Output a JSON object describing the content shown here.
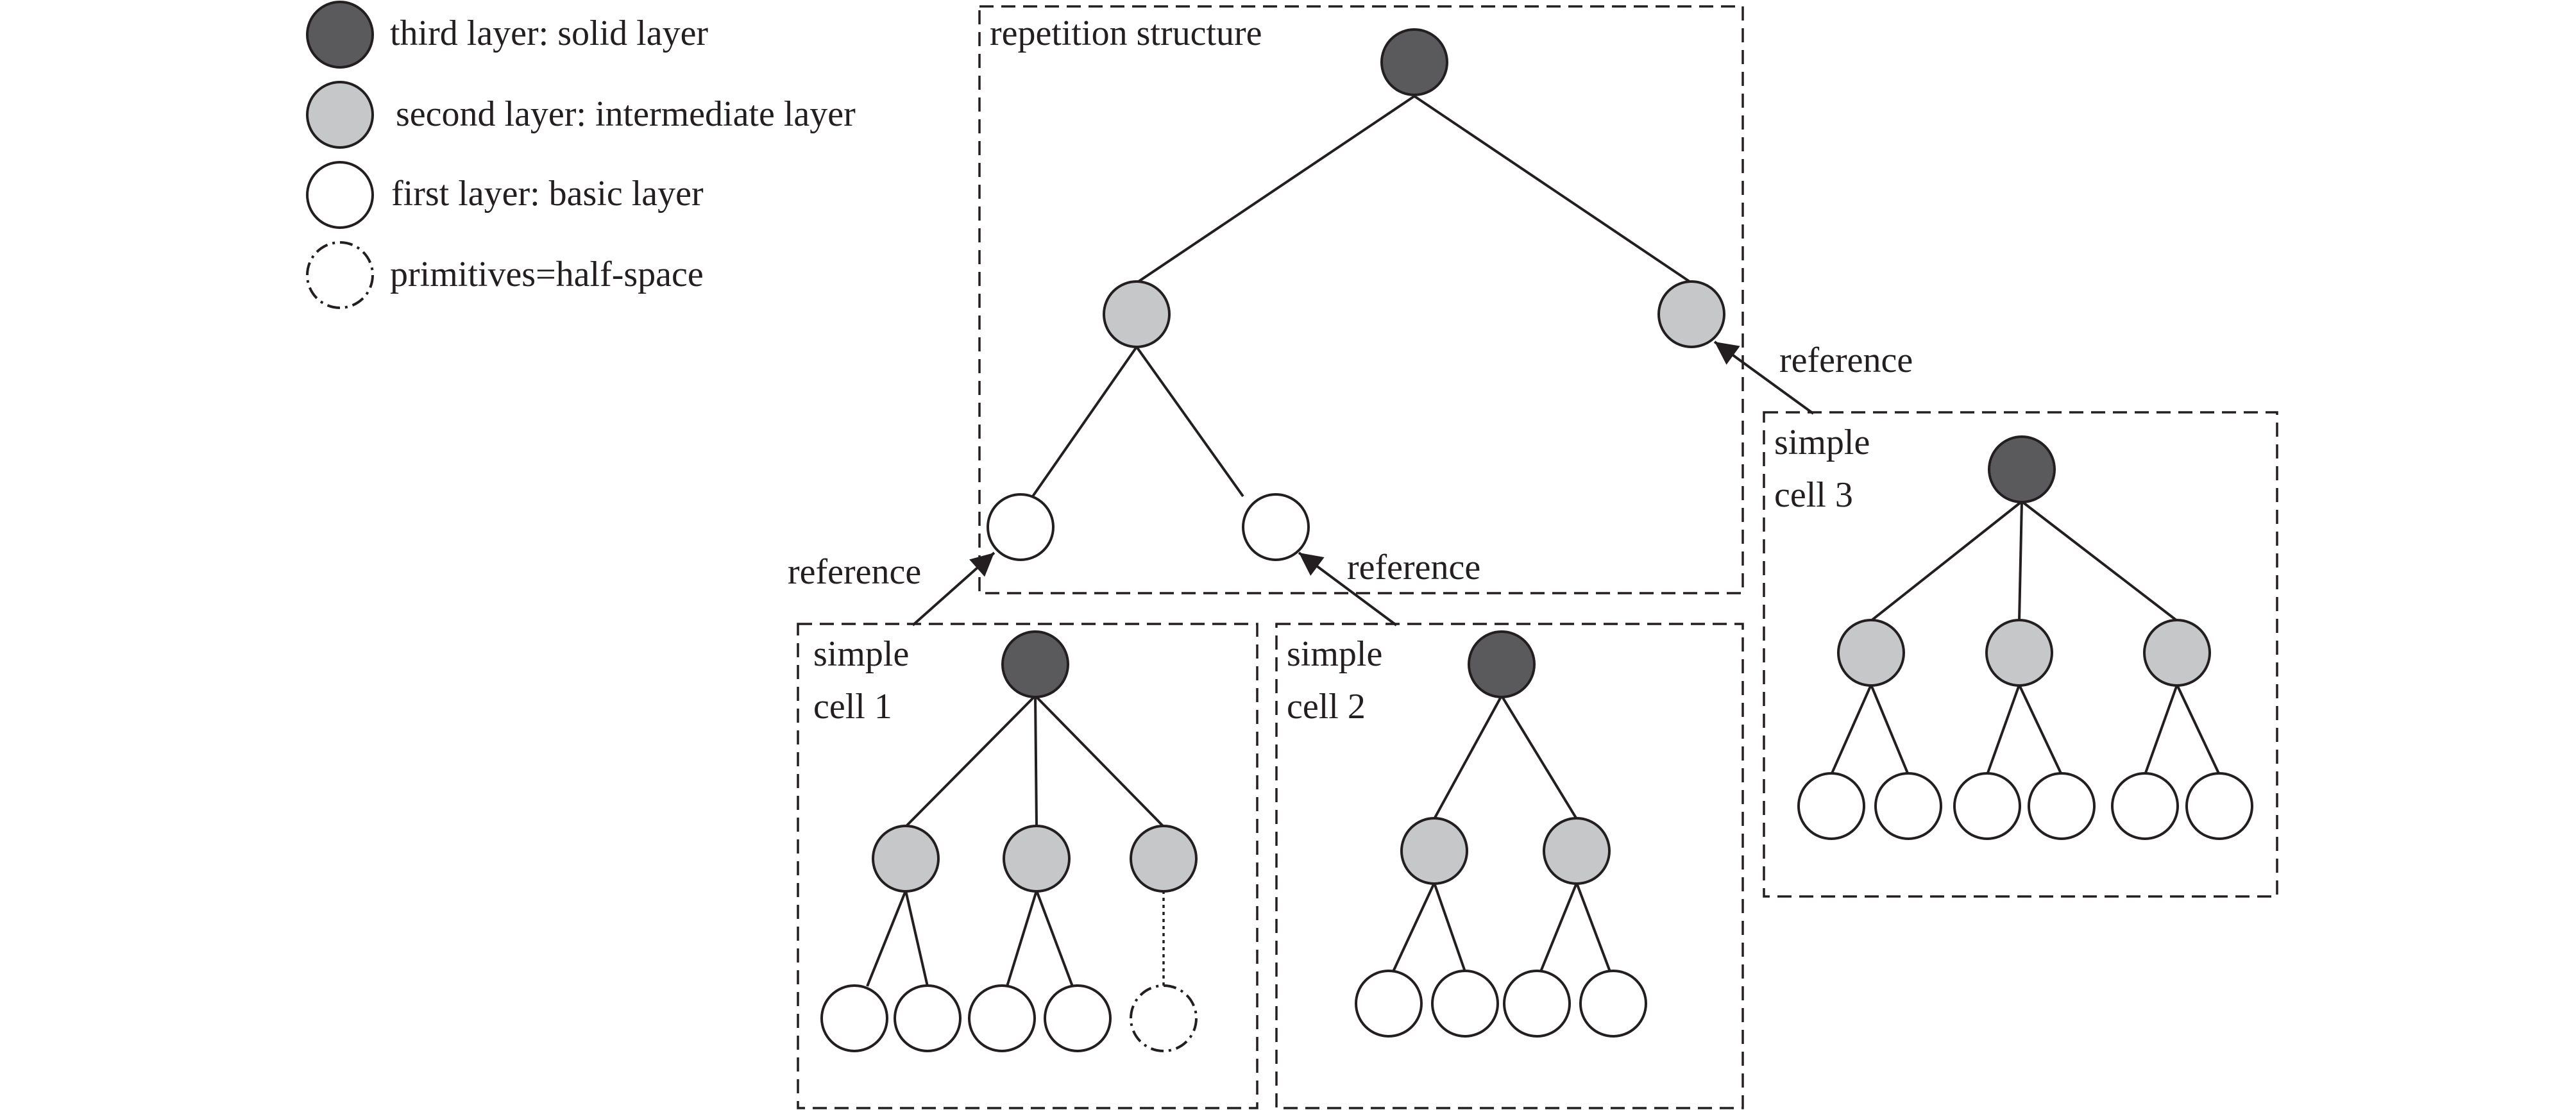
{
  "legend": [
    {
      "kind": "solid",
      "icon": "dark-gray-circle",
      "label": "third layer: solid layer"
    },
    {
      "kind": "mid",
      "icon": "light-gray-circle",
      "label": "second layer: intermediate layer"
    },
    {
      "kind": "basic",
      "icon": "white-circle",
      "label": "first layer: basic layer"
    },
    {
      "kind": "prim",
      "icon": "dash-dot-circle",
      "label": "primitives=half-space"
    }
  ],
  "repetition_structure": {
    "label": "repetition structure"
  },
  "cells": [
    {
      "line1": "simple",
      "line2": "cell 1"
    },
    {
      "line1": "simple",
      "line2": "cell 2"
    },
    {
      "line1": "simple",
      "line2": "cell 3"
    }
  ],
  "references": [
    {
      "label": "reference"
    },
    {
      "label": "reference"
    },
    {
      "label": "reference"
    }
  ],
  "colors": {
    "solid_layer": "#5a5a5c",
    "intermediate_layer": "#c6c7c9",
    "basic_layer": "#ffffff",
    "line": "#231f20"
  }
}
